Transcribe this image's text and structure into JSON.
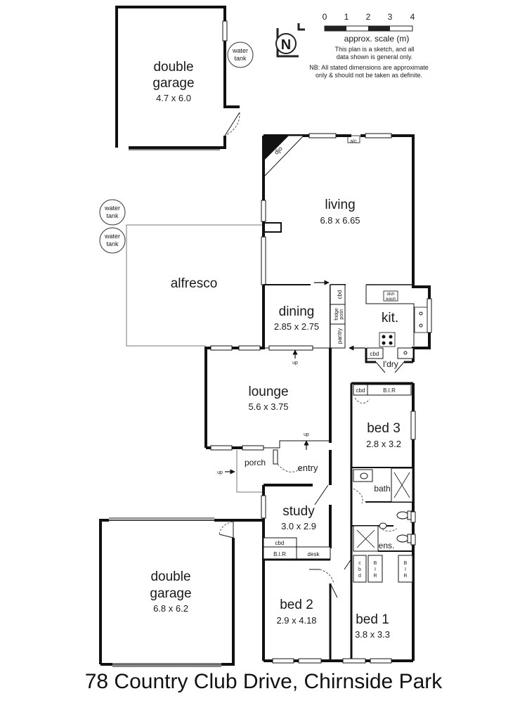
{
  "scale": {
    "ticks": [
      "0",
      "1",
      "2",
      "3",
      "4"
    ],
    "label": "approx. scale (m)",
    "note": [
      "This plan is a sketch, and all",
      "data shown is general only."
    ],
    "disclaimer": [
      "NB: All stated dimensions are approximate",
      "only & should not be taken as definite."
    ]
  },
  "compass": {
    "letter": "N"
  },
  "rooms": {
    "garage_top": {
      "name": [
        "double",
        "garage"
      ],
      "dims": "4.7 x 6.0"
    },
    "living": {
      "name": "living",
      "dims": "6.8 x 6.65"
    },
    "alfresco": {
      "name": "alfresco"
    },
    "dining": {
      "name": "dining",
      "dims": "2.85 x 2.75"
    },
    "kit": {
      "name": "kit."
    },
    "lounge": {
      "name": "lounge",
      "dims": "5.6 x 3.75"
    },
    "bed3": {
      "name": "bed 3",
      "dims": "2.8 x 3.2"
    },
    "porch": {
      "name": "porch"
    },
    "entry": {
      "name": "entry"
    },
    "bath": {
      "name": "bath"
    },
    "study": {
      "name": "study",
      "dims": "3.0 x 2.9"
    },
    "ens": {
      "name": "ens."
    },
    "garage_bottom": {
      "name": [
        "double",
        "garage"
      ],
      "dims": "6.8 x 6.2"
    },
    "bed2": {
      "name": "bed 2",
      "dims": "2.9 x 4.18"
    },
    "bed1": {
      "name": "bed 1",
      "dims": "3.8 x 3.3"
    },
    "laundry": {
      "name": "l'dry"
    }
  },
  "fixtures": {
    "water_tank": [
      "water",
      "tank"
    ],
    "djo": "djo",
    "ac": "a/c",
    "dishwash": [
      "dish",
      "wash"
    ],
    "cbd": "cbd",
    "fridge": [
      "fridge",
      "posn"
    ],
    "pantry": "pantry",
    "bir": "B.I.R",
    "desk": "desk",
    "up": "up"
  },
  "address": "78 Country Club Drive, Chirnside Park"
}
